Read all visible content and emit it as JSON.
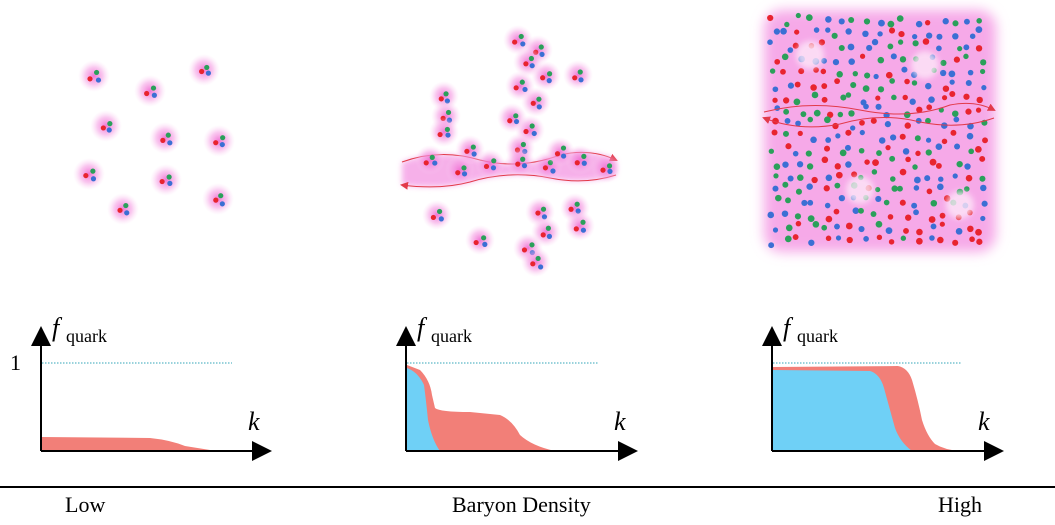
{
  "panels": [
    {
      "y_axis_symbol": "f",
      "y_axis_subscript": "quark",
      "x_axis_symbol": "k",
      "y_tick": "1"
    },
    {
      "y_axis_symbol": "f",
      "y_axis_subscript": "quark",
      "x_axis_symbol": "k"
    },
    {
      "y_axis_symbol": "f",
      "y_axis_subscript": "quark",
      "x_axis_symbol": "k"
    }
  ],
  "density_axis": {
    "low_label": "Low",
    "center_label": "Baryon Density",
    "high_label": "High"
  },
  "colors": {
    "quark_red": "#e8242f",
    "quark_green": "#2aa05a",
    "quark_blue": "#3b6fd4",
    "glow_pink": "#f06ed2",
    "shell_fill": "#f27f78",
    "fermi_fill": "#6fd0f6",
    "reference_line": "#33a6b8"
  }
}
